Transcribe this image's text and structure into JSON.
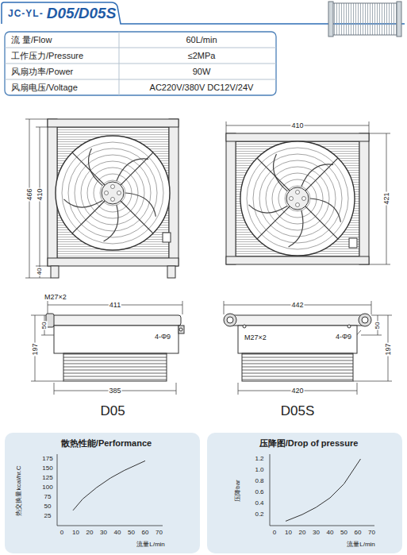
{
  "diagram": {
    "nodes": [
      {
        "text": [
          "JC-YL-",
          "D05/D05S"
        ]
      },
      {
        "text": [
          "流 量/Flow",
          "60L/min"
        ]
      },
      {
        "text": [
          "工作压力/Pressure",
          "≤2MPa"
        ]
      },
      {
        "text": [
          "风扇功率/Power",
          "90W"
        ]
      },
      {
        "text": [
          "风扇电压/Voltage",
          "AC220V/380V DC12V/24V"
        ]
      },
      {
        "text": [
          "散热性能/Performance"
        ]
      },
      {
        "text": [
          "压降图/Drop of pressure"
        ]
      }
    ],
    "labels": [
      "466",
      "410",
      "40",
      "410",
      "421",
      "M27×2",
      "411",
      "197",
      "50",
      "4-Φ9",
      "385",
      "442",
      "M27×2",
      "4-Φ9",
      "50",
      "197",
      "420",
      "D05",
      "D05S",
      "175",
      "150",
      "125",
      "100",
      "75",
      "50",
      "25",
      "热交换量kcal/hr.C",
      "0",
      "10",
      "20",
      "30",
      "40",
      "50",
      "60",
      "70",
      "流量L/min",
      "1.2",
      "1.0",
      "0.8",
      "0.6",
      "0.4",
      "0.2",
      "压降bar",
      "0",
      "10",
      "20",
      "30",
      "40",
      "50",
      "60",
      "70",
      "流量L/min"
    ]
  }
}
